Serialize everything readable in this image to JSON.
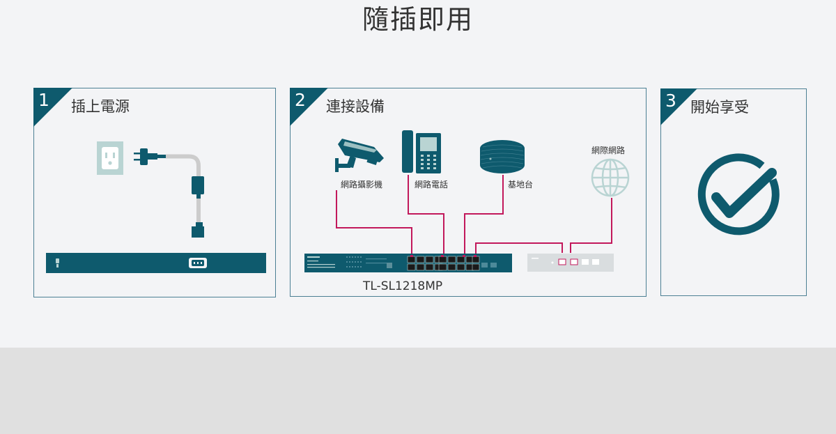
{
  "page": {
    "title": "隨插即用"
  },
  "colors": {
    "teal": "#0e5a6d",
    "magenta": "#c2185b",
    "light_teal": "#b9d4d3",
    "border": "#4b7f93"
  },
  "steps": [
    {
      "number": "1",
      "label": "插上電源",
      "icons": [
        "power-outlet-icon",
        "power-plug-icon",
        "switch-rear-panel"
      ]
    },
    {
      "number": "2",
      "label": "連接設備",
      "devices": [
        {
          "label": "網路攝影機",
          "icon": "ip-camera-icon"
        },
        {
          "label": "網路電話",
          "icon": "ip-phone-icon"
        },
        {
          "label": "基地台",
          "icon": "access-point-icon"
        },
        {
          "label": "網際網路",
          "icon": "globe-icon"
        }
      ],
      "switch_model": "TL-SL1218MP"
    },
    {
      "number": "3",
      "label": "開始享受",
      "icons": [
        "checkmark-icon"
      ]
    }
  ]
}
